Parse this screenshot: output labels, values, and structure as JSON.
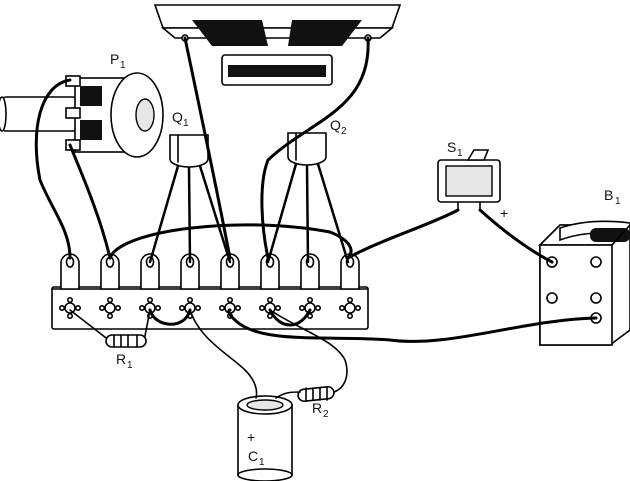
{
  "labels": {
    "p1": {
      "main": "P",
      "sub": "1"
    },
    "q1": {
      "main": "Q",
      "sub": "1"
    },
    "q2": {
      "main": "Q",
      "sub": "2"
    },
    "s1": {
      "main": "S",
      "sub": "1"
    },
    "b1": {
      "main": "B",
      "sub": "1"
    },
    "r1": {
      "main": "R",
      "sub": "1"
    },
    "r2": {
      "main": "R",
      "sub": "2"
    },
    "c1": {
      "main": "C",
      "sub": "1"
    },
    "plus_battery": "+",
    "plus_capacitor": "+"
  }
}
